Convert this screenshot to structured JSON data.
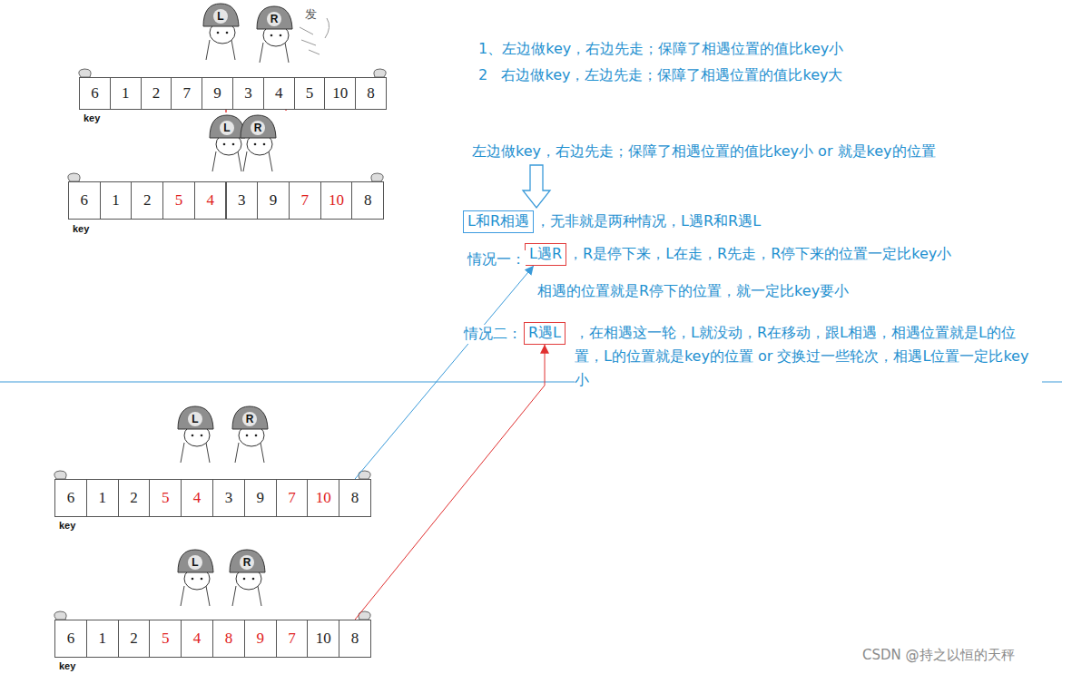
{
  "diagram": {
    "nodes": [
      {
        "text": [
          "6"
        ]
      },
      {
        "text": [
          "1"
        ]
      },
      {
        "text": [
          "2"
        ]
      },
      {
        "text": [
          "7"
        ]
      },
      {
        "text": [
          "9"
        ]
      },
      {
        "text": [
          "3"
        ]
      },
      {
        "text": [
          "4"
        ]
      },
      {
        "text": [
          "5"
        ]
      },
      {
        "text": [
          "10"
        ]
      },
      {
        "text": [
          "8"
        ]
      },
      {
        "text": [
          "6"
        ]
      },
      {
        "text": [
          "1"
        ]
      },
      {
        "text": [
          "2"
        ]
      },
      {
        "text": [
          "5"
        ]
      },
      {
        "text": [
          "4"
        ]
      },
      {
        "text": [
          "3"
        ]
      },
      {
        "text": [
          "9"
        ]
      },
      {
        "text": [
          "7"
        ]
      },
      {
        "text": [
          "10"
        ]
      },
      {
        "text": [
          "8"
        ]
      },
      {
        "text": [
          "L和R相遇"
        ]
      },
      {
        "text": [
          "L遇R"
        ]
      },
      {
        "text": [
          "R遇L"
        ]
      },
      {
        "text": [
          "6"
        ]
      },
      {
        "text": [
          "1"
        ]
      },
      {
        "text": [
          "2"
        ]
      },
      {
        "text": [
          "5"
        ]
      },
      {
        "text": [
          "4"
        ]
      },
      {
        "text": [
          "3"
        ]
      },
      {
        "text": [
          "9"
        ]
      },
      {
        "text": [
          "7"
        ]
      },
      {
        "text": [
          "10"
        ]
      },
      {
        "text": [
          "8"
        ]
      },
      {
        "text": [
          "6"
        ]
      },
      {
        "text": [
          "1"
        ]
      },
      {
        "text": [
          "2"
        ]
      },
      {
        "text": [
          "5"
        ]
      },
      {
        "text": [
          "4"
        ]
      },
      {
        "text": [
          "8"
        ]
      },
      {
        "text": [
          "9"
        ]
      },
      {
        "text": [
          "7"
        ]
      },
      {
        "text": [
          "10"
        ]
      },
      {
        "text": [
          "8"
        ]
      }
    ],
    "edges": [
      {
        "from": 32,
        "to": 21,
        "arrow": "to"
      },
      {
        "from": 42,
        "to": 22,
        "arrow": "to"
      }
    ],
    "labels": [
      "L",
      "R",
      "发",
      "key",
      "L",
      "R",
      "key",
      "1、左边做key，右边先走；保障了相遇位置的值比key小",
      "2   右边做key，左边先走；保障了相遇位置的值比key大",
      "左边做key，右边先走；保障了相遇位置的值比key小 or 就是key的位置",
      "，无非就是两种情况，L遇R和R遇L",
      "情况一：",
      "，R是停下来，L在走，R先走，R停下来的位置一定比key小",
      "相遇的位置就是R停下的位置，就一定比key要小",
      "情况二：",
      "，在相遇这一轮，L就没动，R在移动，跟L相遇，相遇位置就是L的位置，L的位置就是key的位置 or 交换过一些轮次，相遇L位置一定比key小",
      "L",
      "R",
      "key",
      "L",
      "R",
      "key",
      "CSDN @持之以恒的天秤"
    ]
  }
}
